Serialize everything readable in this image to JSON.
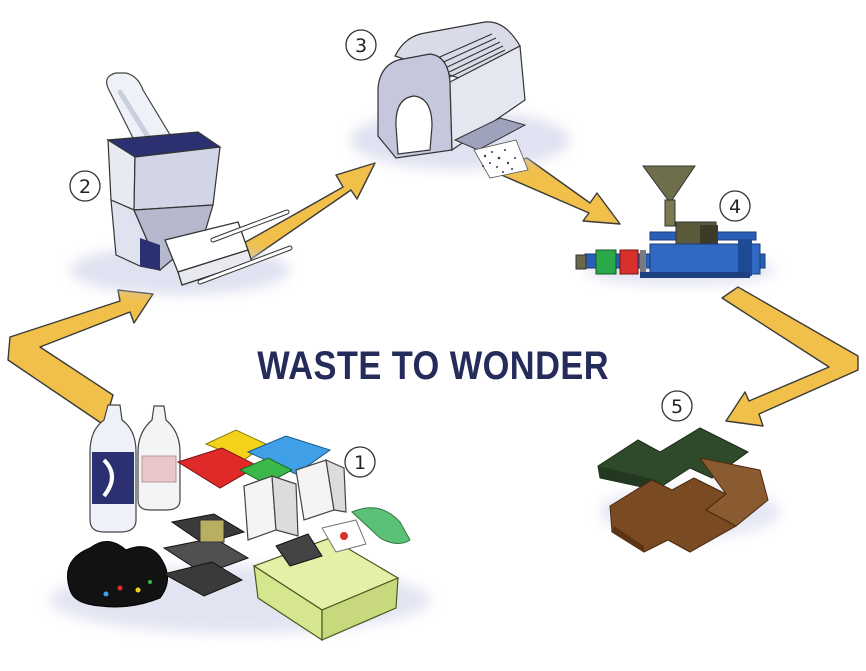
{
  "title": "WASTE TO WONDER",
  "steps": [
    {
      "number": "1"
    },
    {
      "number": "2"
    },
    {
      "number": "3"
    },
    {
      "number": "4"
    },
    {
      "number": "5"
    }
  ],
  "colors": {
    "title": "#252b5a",
    "arrow_fill": "#f1c04a",
    "arrow_stroke": "#3a3a3a",
    "machine_navy": "#2b3170",
    "extruder_blue": "#2a5fb8",
    "tile_green": "#2f4a2a",
    "tile_brown": "#7a4a22"
  }
}
